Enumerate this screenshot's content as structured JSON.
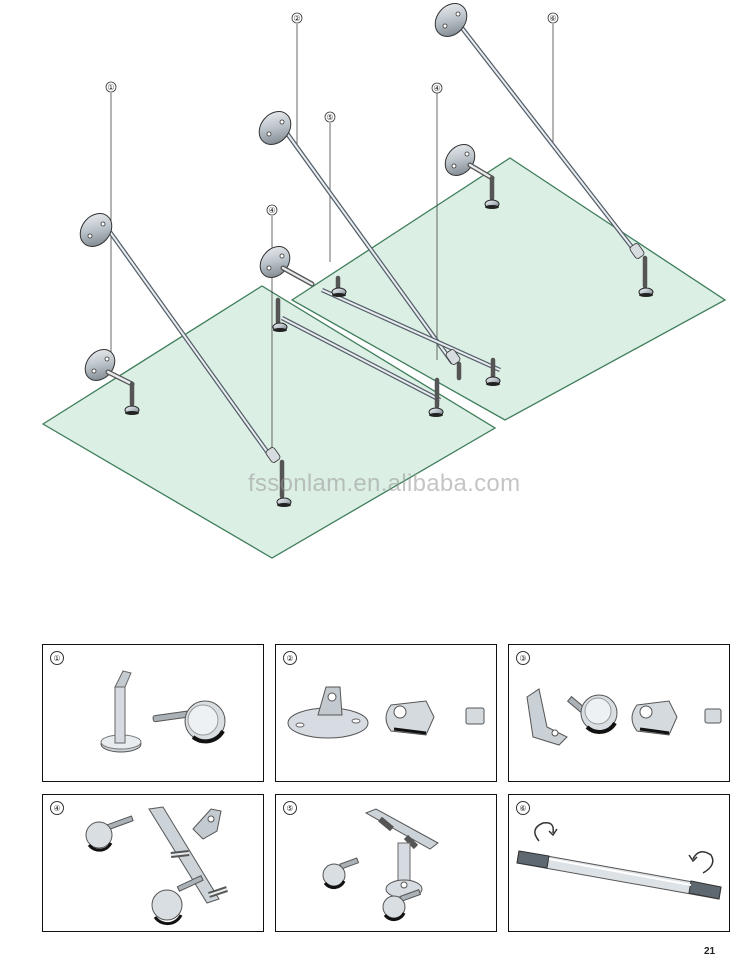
{
  "callouts": [
    "①",
    "②",
    "③",
    "④",
    "⑤",
    "⑥"
  ],
  "watermark": "fssonlam.en.alibaba.com",
  "panels": [
    {
      "number": "①"
    },
    {
      "number": "②"
    },
    {
      "number": "③"
    },
    {
      "number": "④"
    },
    {
      "number": "⑤"
    },
    {
      "number": "⑥"
    }
  ],
  "page_number": "21",
  "colors": {
    "glass": "#dcefe4",
    "glass_edge": "#3e7d5a",
    "metal": "#9aa3ab"
  }
}
